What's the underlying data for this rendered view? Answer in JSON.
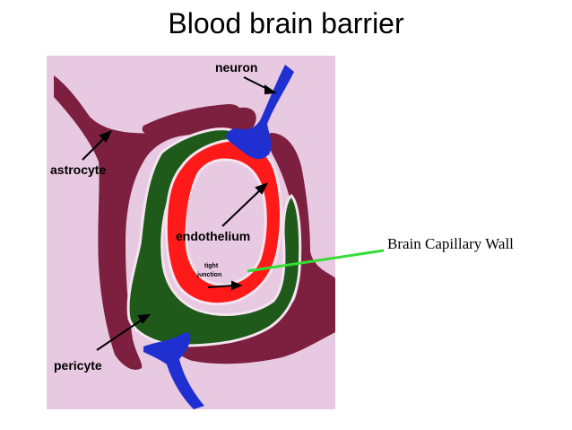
{
  "title": "Blood brain barrier",
  "labels": {
    "neuron": "neuron",
    "astrocyte": "astrocyte",
    "endothelium": "endothelium",
    "tight_junction_line1": "tight",
    "tight_junction_line2": "junction",
    "pericyte": "pericyte"
  },
  "callout": "Brain Capillary Wall",
  "colors": {
    "background": "#e8c9e2",
    "astrocyte": "#7d1f3f",
    "pericyte": "#1f5a1a",
    "endothelium": "#ff1a1a",
    "neuron": "#1f2fd0",
    "lumen": "#e8c9e2",
    "callout_line": "#33dd33"
  }
}
